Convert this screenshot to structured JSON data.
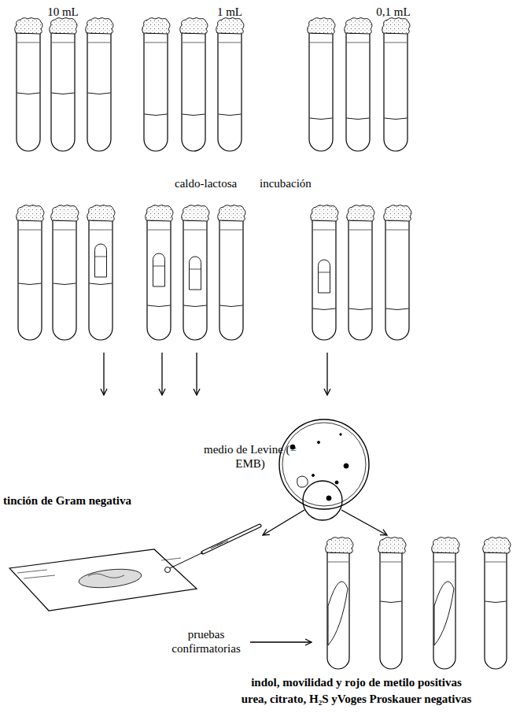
{
  "diagram": {
    "labels": [
      "10 mL",
      "1 mL",
      "0,1 mL",
      "caldo-lactosa",
      "incubación",
      "medio de Levine (= EMB)",
      "tinción de Gram negativa",
      "pruebas confirmatorias",
      "indol, movilidad y rojo de metilo positivas",
      "urea, citrato, H₂S yVoges Proskauer negativas"
    ]
  }
}
